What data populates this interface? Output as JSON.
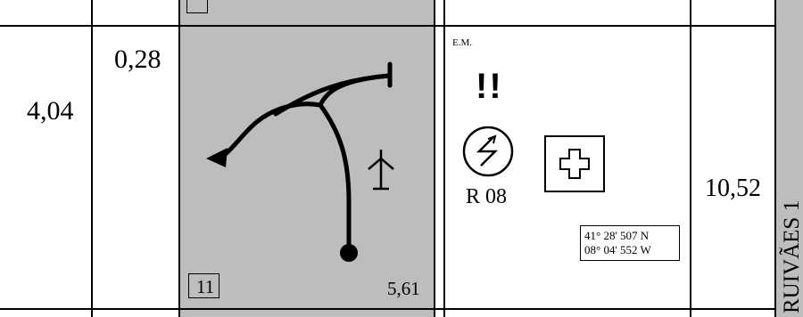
{
  "row": {
    "cum_distance": "4,04",
    "partial_distance": "0,28",
    "prev_cell_value": "5,61",
    "cell_number": "11",
    "notes_label": "E.M.",
    "danger": "!!",
    "radio_code": "R 08",
    "gps_lat": "41° 28' 507 N",
    "gps_lon": "08° 04' 552 W",
    "remaining_distance": "10,52",
    "stage_name": "RUIVÃES 1"
  },
  "icons": [
    "route-tulip-diagram",
    "windmill-icon",
    "radio-checkpoint-icon",
    "first-aid-cross-icon"
  ]
}
